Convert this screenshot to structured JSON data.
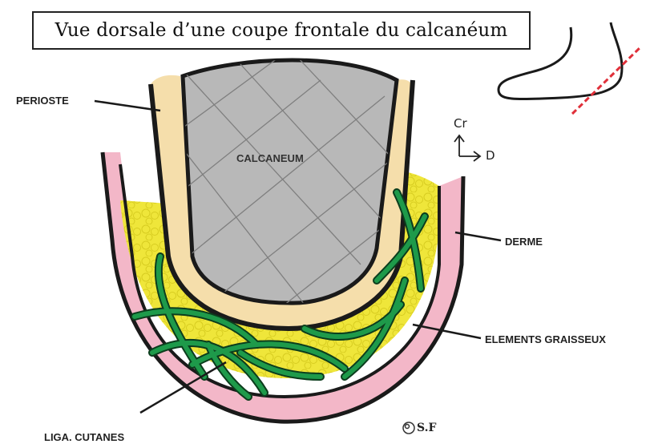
{
  "title": "Vue dorsale d’une coupe frontale du calcanéum",
  "labels": {
    "perioste": "PERIOSTE",
    "calcaneum": "CALCANEUM",
    "derme": "DERME",
    "elements_graisseux": "ELEMENTS GRAISSEUX",
    "liga_cutanes": "LIGA. CUTANES"
  },
  "orientation": {
    "cranial": "Cr",
    "distal": "D"
  },
  "signature": "S.F",
  "colors": {
    "bone": "#b8b8b8",
    "periosteum": "#f5deab",
    "fat": "#efe63a",
    "dermis": "#f3b7c8",
    "ligament": "#1e9a4a",
    "outline": "#1a1a1a",
    "cut_line": "#e0303a"
  }
}
